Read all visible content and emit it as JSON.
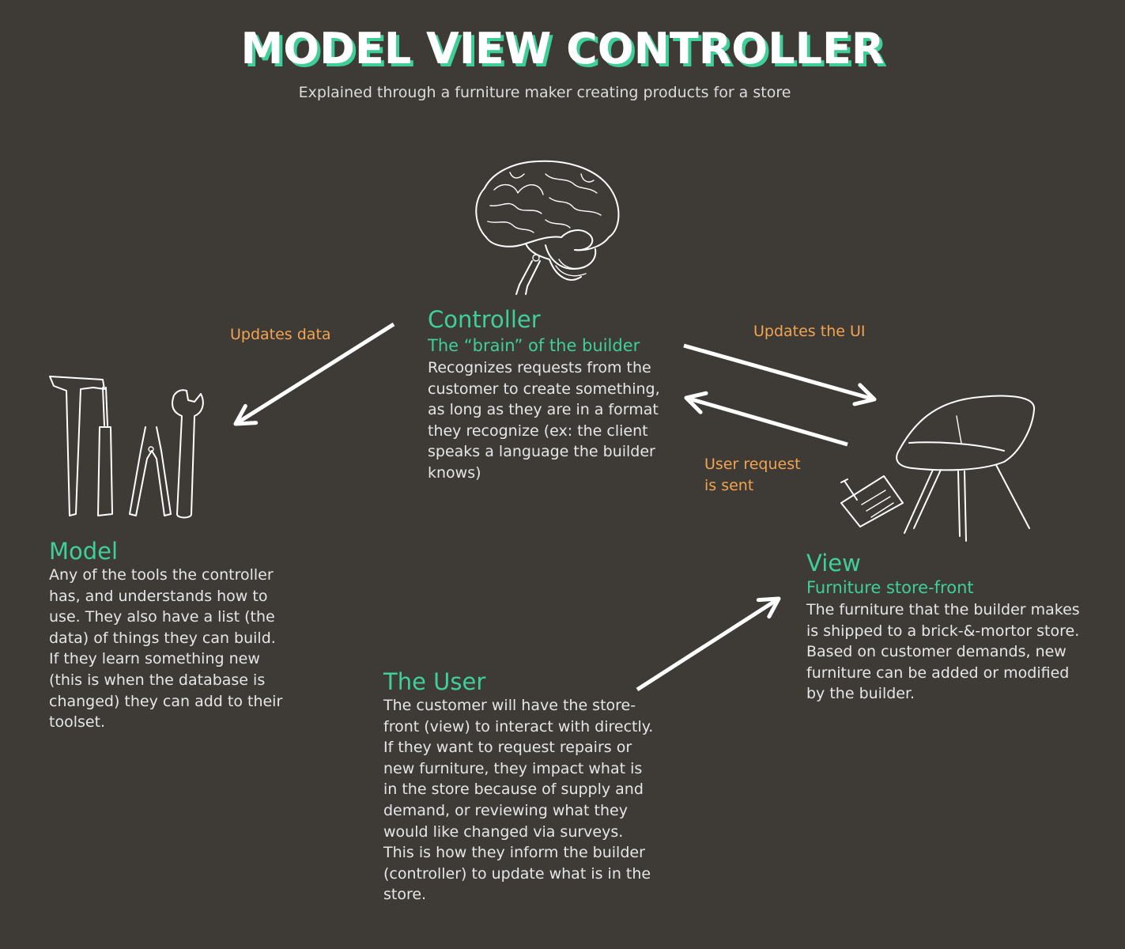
{
  "title": "MODEL VIEW CONTROLLER",
  "subtitle": "Explained through a furniture maker creating products for a store",
  "controller": {
    "heading": "Controller",
    "subheading": "The “brain” of the builder",
    "body": "Recognizes requests from the customer to create something, as long as they are in a format they recognize (ex: the client speaks a language the builder knows)"
  },
  "model": {
    "heading": "Model",
    "body": "Any of the tools the controller has, and understands how to use. They also have a list (the data) of things they can build. If they learn something new (this is when the database is changed) they can add to their toolset."
  },
  "view": {
    "heading": "View",
    "subheading": "Furniture store-front",
    "body": "The furniture that the builder makes is shipped to a brick-&-mortor store. Based on customer demands, new furniture can be added or modified by the builder."
  },
  "user": {
    "heading": "The User",
    "body": "The customer will have the store-front (view) to interact with directly. If they want to request repairs or new furniture, they impact what is in the store because of supply and demand, or reviewing what they would like changed via surveys. This is how they inform the builder (controller) to update what is in the store."
  },
  "edges": {
    "updates_data": "Updates data",
    "updates_ui": "Updates the UI",
    "user_request_line1": "User request",
    "user_request_line2": "is sent"
  },
  "colors": {
    "background": "#3e3b37",
    "accent": "#3ecf9a",
    "label": "#f2a451",
    "text": "#e6e6e6"
  },
  "icons": [
    "brain-icon",
    "tools-icon",
    "chair-icon",
    "document-icon"
  ]
}
